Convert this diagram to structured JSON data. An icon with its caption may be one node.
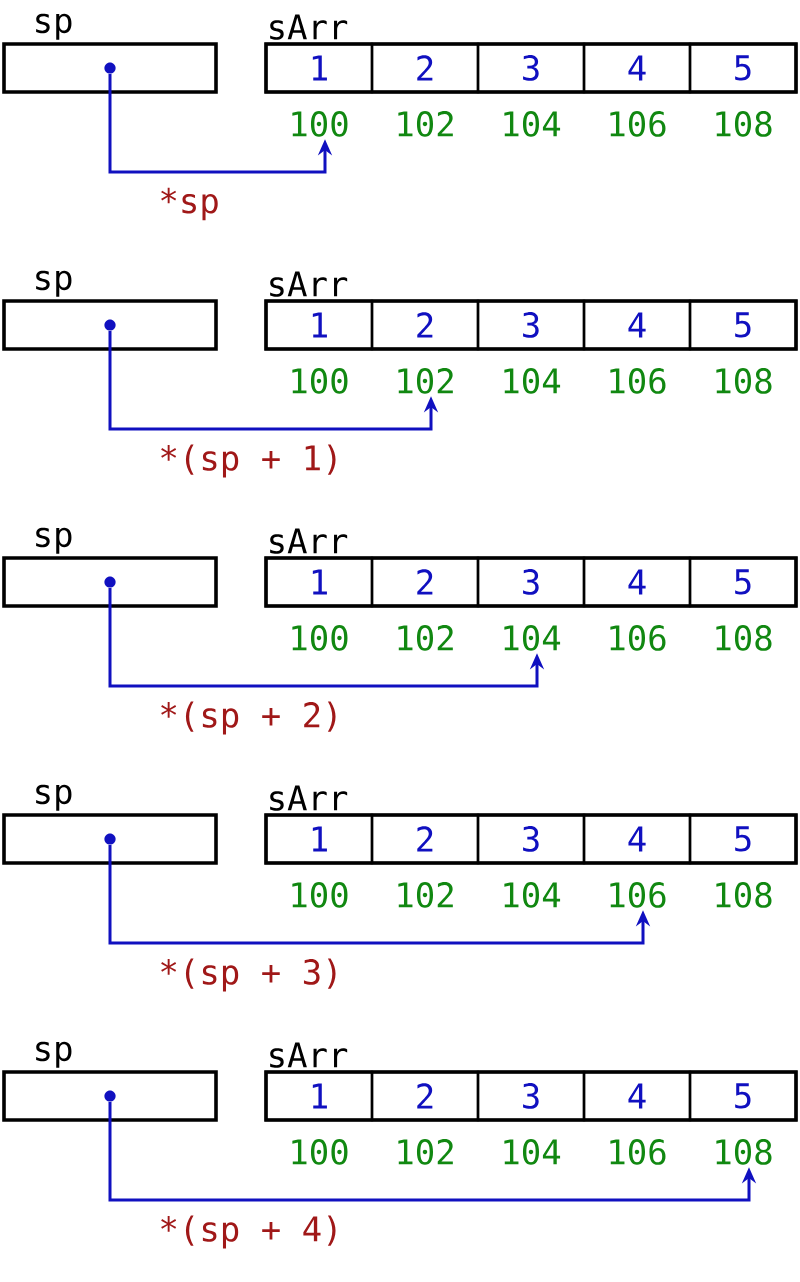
{
  "diagram": {
    "nodes": [
      {
        "text": [
          "sp"
        ]
      },
      {
        "text": [],
        "shape": "circle",
        "in": 0
      },
      {
        "text": [
          "sArr"
        ]
      },
      {
        "text": [
          "1"
        ],
        "in": 2
      },
      {
        "text": [
          "2"
        ],
        "in": 2
      },
      {
        "text": [
          "3"
        ],
        "in": 2
      },
      {
        "text": [
          "4"
        ],
        "in": 2
      },
      {
        "text": [
          "5"
        ],
        "in": 2
      },
      {
        "text": [
          "100"
        ]
      },
      {
        "text": [
          "102"
        ]
      },
      {
        "text": [
          "104"
        ]
      },
      {
        "text": [
          "106"
        ]
      },
      {
        "text": [
          "108"
        ]
      },
      {
        "text": [
          "sp"
        ]
      },
      {
        "text": [],
        "shape": "circle",
        "in": 13
      },
      {
        "text": [
          "sArr"
        ]
      },
      {
        "text": [
          "1"
        ],
        "in": 15
      },
      {
        "text": [
          "2"
        ],
        "in": 15
      },
      {
        "text": [
          "3"
        ],
        "in": 15
      },
      {
        "text": [
          "4"
        ],
        "in": 15
      },
      {
        "text": [
          "5"
        ],
        "in": 15
      },
      {
        "text": [
          "100"
        ]
      },
      {
        "text": [
          "102"
        ]
      },
      {
        "text": [
          "104"
        ]
      },
      {
        "text": [
          "106"
        ]
      },
      {
        "text": [
          "108"
        ]
      },
      {
        "text": [
          "sp"
        ]
      },
      {
        "text": [],
        "shape": "circle",
        "in": 26
      },
      {
        "text": [
          "sArr"
        ]
      },
      {
        "text": [
          "1"
        ],
        "in": 28
      },
      {
        "text": [
          "2"
        ],
        "in": 28
      },
      {
        "text": [
          "3"
        ],
        "in": 28
      },
      {
        "text": [
          "4"
        ],
        "in": 28
      },
      {
        "text": [
          "5"
        ],
        "in": 28
      },
      {
        "text": [
          "100"
        ]
      },
      {
        "text": [
          "102"
        ]
      },
      {
        "text": [
          "104"
        ]
      },
      {
        "text": [
          "106"
        ]
      },
      {
        "text": [
          "108"
        ]
      },
      {
        "text": [
          "sp"
        ]
      },
      {
        "text": [],
        "shape": "circle",
        "in": 39
      },
      {
        "text": [
          "sArr"
        ]
      },
      {
        "text": [
          "1"
        ],
        "in": 41
      },
      {
        "text": [
          "2"
        ],
        "in": 41
      },
      {
        "text": [
          "3"
        ],
        "in": 41
      },
      {
        "text": [
          "4"
        ],
        "in": 41
      },
      {
        "text": [
          "5"
        ],
        "in": 41
      },
      {
        "text": [
          "100"
        ]
      },
      {
        "text": [
          "102"
        ]
      },
      {
        "text": [
          "104"
        ]
      },
      {
        "text": [
          "106"
        ]
      },
      {
        "text": [
          "108"
        ]
      },
      {
        "text": [
          "sp"
        ]
      },
      {
        "text": [],
        "shape": "circle",
        "in": 52
      },
      {
        "text": [
          "sArr"
        ]
      },
      {
        "text": [
          "1"
        ],
        "in": 54
      },
      {
        "text": [
          "2"
        ],
        "in": 54
      },
      {
        "text": [
          "3"
        ],
        "in": 54
      },
      {
        "text": [
          "4"
        ],
        "in": 54
      },
      {
        "text": [
          "5"
        ],
        "in": 54
      },
      {
        "text": [
          "100"
        ]
      },
      {
        "text": [
          "102"
        ]
      },
      {
        "text": [
          "104"
        ]
      },
      {
        "text": [
          "106"
        ]
      },
      {
        "text": [
          "108"
        ]
      }
    ],
    "edges": [
      {
        "from": 1,
        "to": 8,
        "arrow": "to",
        "label": "*sp"
      },
      {
        "from": 14,
        "to": 22,
        "arrow": "to",
        "label": "*(sp + 1)"
      },
      {
        "from": 27,
        "to": 36,
        "arrow": "to",
        "label": "*(sp + 2)"
      },
      {
        "from": 40,
        "to": 50,
        "arrow": "to",
        "label": "*(sp + 3)"
      },
      {
        "from": 53,
        "to": 64,
        "arrow": "to",
        "label": "*(sp + 4)"
      }
    ]
  }
}
